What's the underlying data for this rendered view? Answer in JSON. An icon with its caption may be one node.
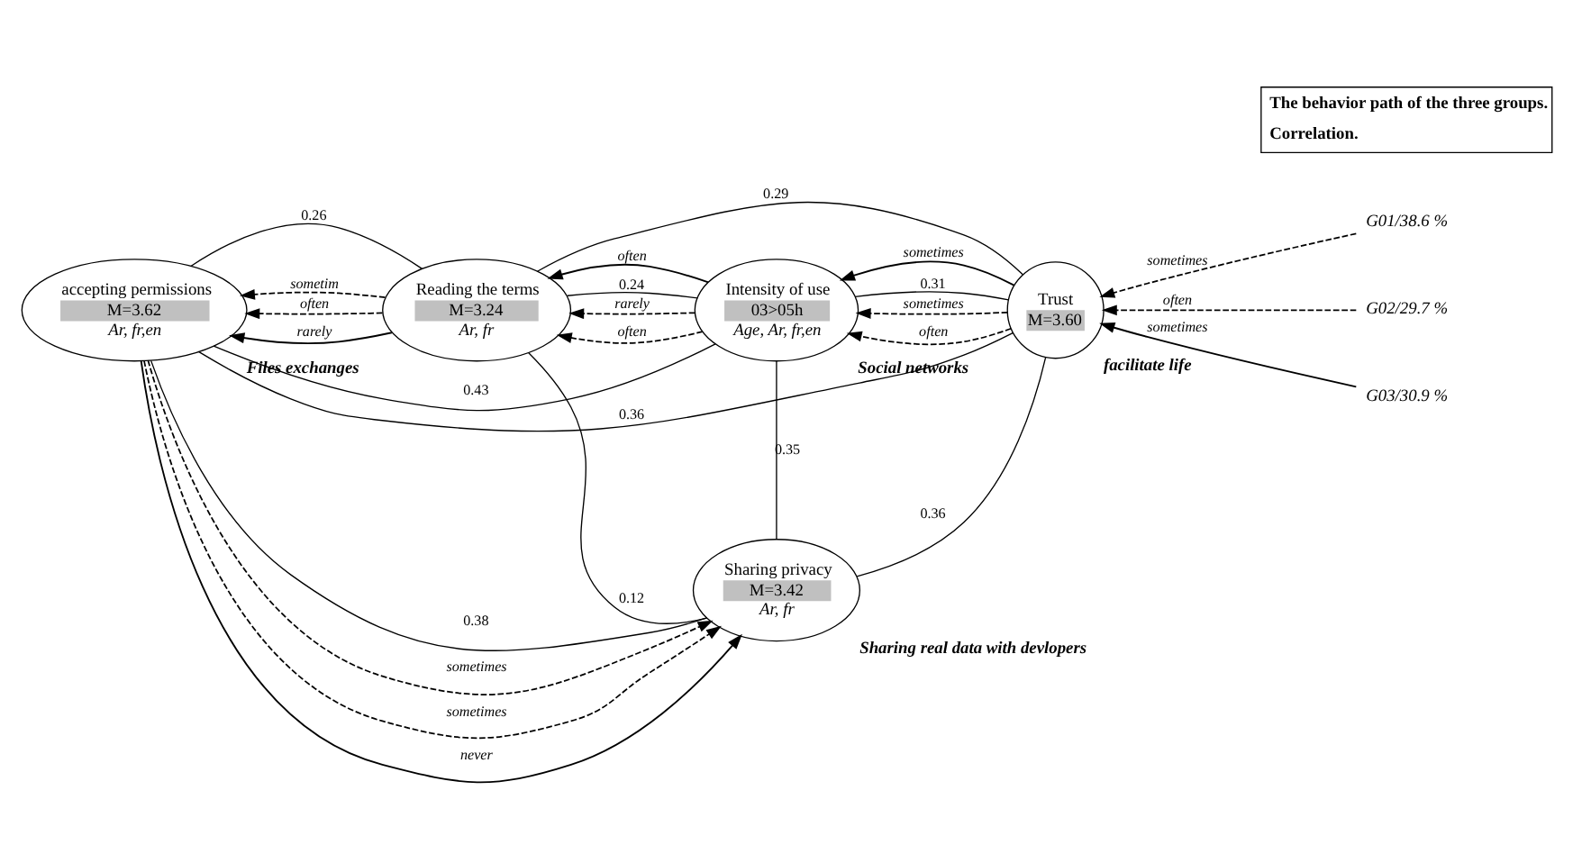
{
  "diagram": {
    "nodes": [
      {
        "text": [
          "Reading the terms",
          "M=3.24",
          "Ar, fr"
        ]
      },
      {
        "text": [
          "Intensity of use",
          "03>05h",
          "Age, Ar, fr,en"
        ],
        "beside": [
          "Social networks"
        ]
      },
      {
        "text": [
          "Trust",
          "M=3.60"
        ],
        "beside": [
          "facilitate life"
        ]
      },
      {
        "text": [
          "accepting permissions",
          "M=3.62",
          "Ar, fr,en"
        ],
        "beside": [
          "Files exchanges"
        ]
      },
      {
        "text": [
          "Sharing privacy",
          "M=3.42",
          "Ar, fr"
        ],
        "beside": [
          "Sharing real data with devlopers"
        ]
      },
      {
        "text": [
          "G01/38.6 %"
        ]
      },
      {
        "text": [
          "G02/29.7 %"
        ]
      },
      {
        "text": [
          "G03/30.9 %"
        ]
      }
    ],
    "edges": [
      {
        "from": 0,
        "to": 2,
        "arrow": "none",
        "label": "0.29"
      },
      {
        "from": 0,
        "to": 1,
        "arrow": "none",
        "label": "0.24"
      },
      {
        "from": 1,
        "to": 2,
        "arrow": "none",
        "label": "0.31"
      },
      {
        "from": 0,
        "to": 3,
        "arrow": "none",
        "label": "0.26"
      },
      {
        "from": 0,
        "to": 4,
        "arrow": "none",
        "label": "0.12"
      },
      {
        "from": 1,
        "to": 3,
        "arrow": "none",
        "label": "0.43"
      },
      {
        "from": 2,
        "to": 3,
        "arrow": "none",
        "label": "0.36"
      },
      {
        "from": 1,
        "to": 4,
        "arrow": "none",
        "label": "0.35"
      },
      {
        "from": 2,
        "to": 4,
        "arrow": "none",
        "label": "0.36"
      },
      {
        "from": 3,
        "to": 4,
        "arrow": "none",
        "label": "0.38"
      },
      {
        "from": 5,
        "to": 2,
        "arrow": "to",
        "label": "sometimes",
        "style": "dashed"
      },
      {
        "from": 6,
        "to": 2,
        "arrow": "to",
        "label": "often",
        "style": "dashed"
      },
      {
        "from": 7,
        "to": 2,
        "arrow": "to",
        "label": "sometimes"
      },
      {
        "from": 2,
        "to": 1,
        "arrow": "to",
        "label": "sometimes",
        "style": "dashed"
      },
      {
        "from": 2,
        "to": 1,
        "arrow": "to",
        "label": "often",
        "style": "dashed"
      },
      {
        "from": 2,
        "to": 1,
        "arrow": "to",
        "label": "sometimes"
      },
      {
        "from": 1,
        "to": 0,
        "arrow": "to",
        "label": "rarely",
        "style": "dashed"
      },
      {
        "from": 1,
        "to": 0,
        "arrow": "to",
        "label": "often",
        "style": "dashed"
      },
      {
        "from": 1,
        "to": 0,
        "arrow": "to",
        "label": "often"
      },
      {
        "from": 0,
        "to": 3,
        "arrow": "to",
        "label": "sometim",
        "style": "dashed"
      },
      {
        "from": 0,
        "to": 3,
        "arrow": "to",
        "label": "often",
        "style": "dashed"
      },
      {
        "from": 0,
        "to": 3,
        "arrow": "to",
        "label": "rarely"
      },
      {
        "from": 3,
        "to": 4,
        "arrow": "to",
        "label": "sometimes",
        "style": "dashed"
      },
      {
        "from": 3,
        "to": 4,
        "arrow": "to",
        "label": "sometimes",
        "style": "dashed"
      },
      {
        "from": 3,
        "to": 4,
        "arrow": "to",
        "label": "never"
      }
    ],
    "legend": [
      {
        "text": "The behavior path of the three groups."
      },
      {
        "text": "Correlation."
      }
    ]
  }
}
